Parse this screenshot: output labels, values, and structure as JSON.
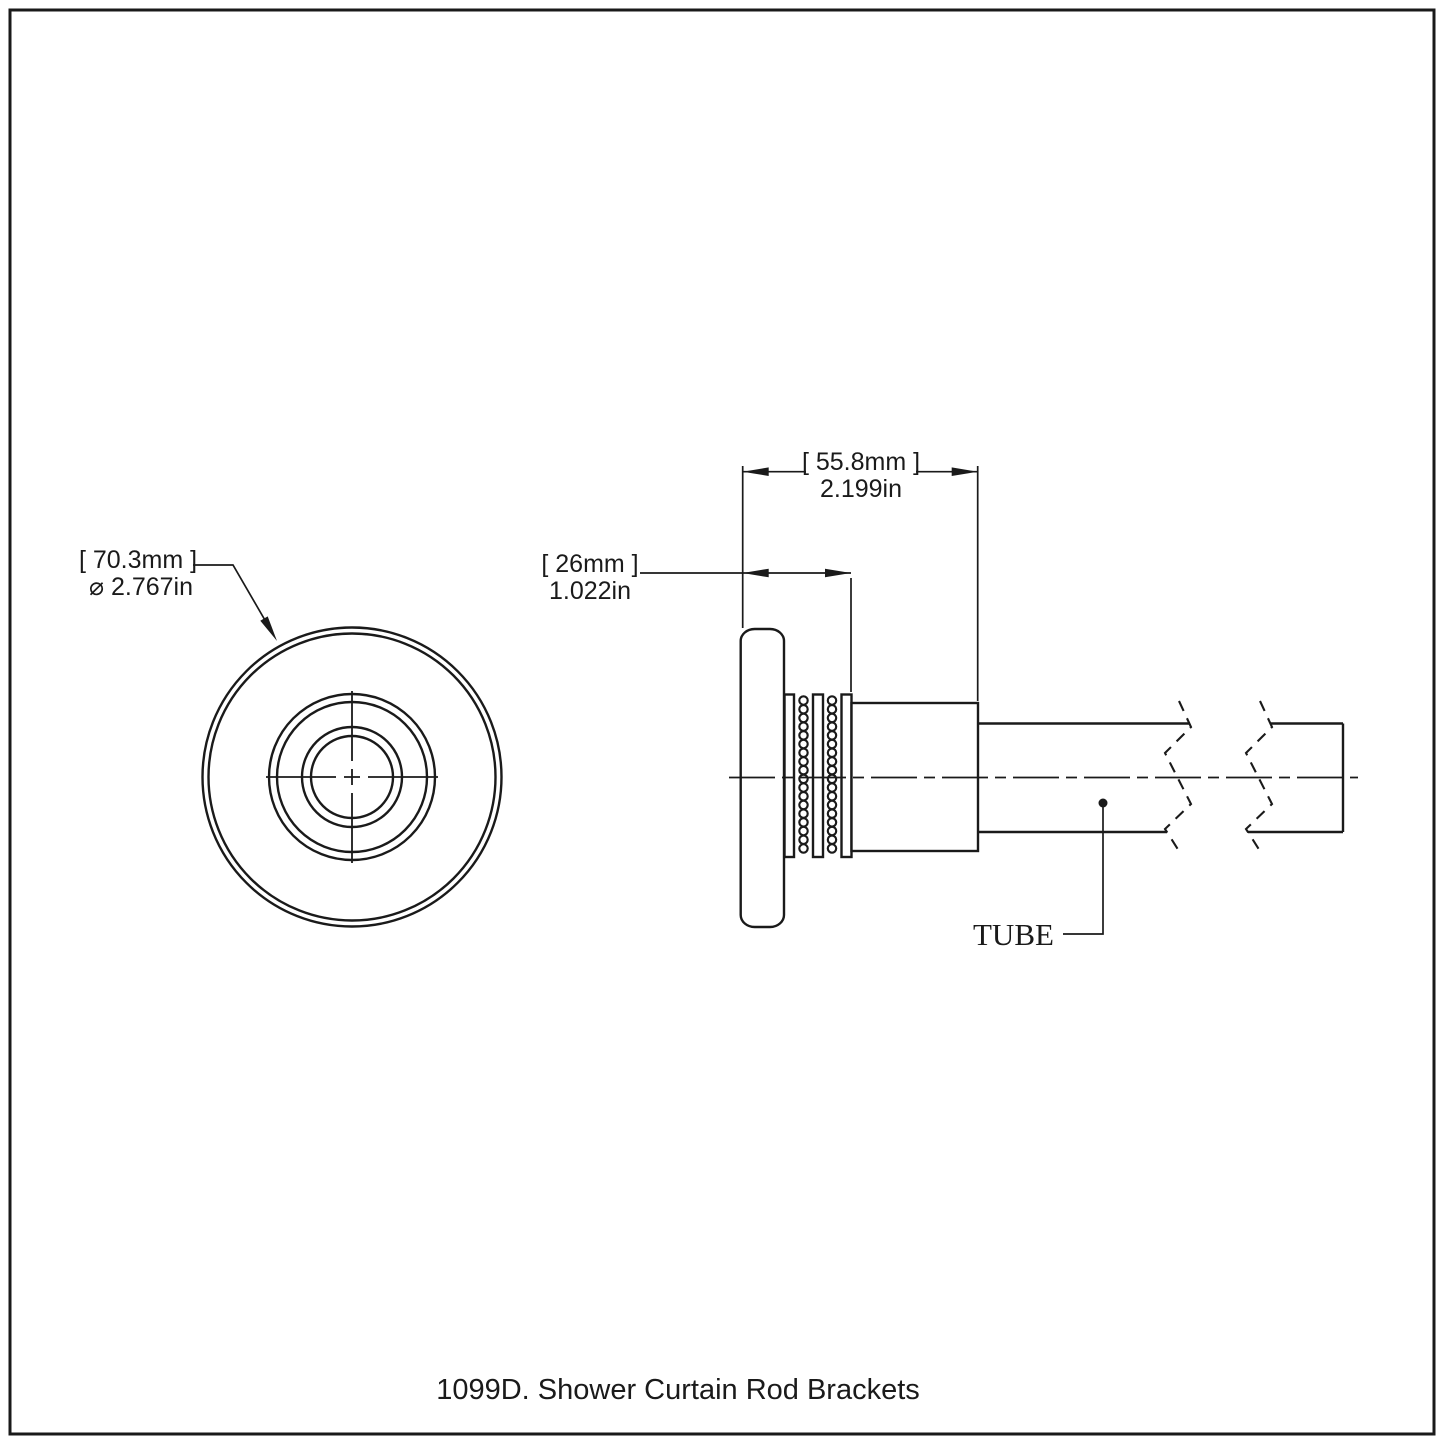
{
  "drawing": {
    "caption": "1099D. Shower Curtain Rod Brackets",
    "ink_color": "#1a1a1a",
    "paper_color": "#ffffff",
    "front_view": {
      "diameter_dimension": {
        "metric": "[ 70.3mm ]",
        "imperial": "⌀ 2.767in"
      }
    },
    "side_view": {
      "overall_depth_dimension": {
        "metric": "[ 55.8mm ]",
        "imperial": "2.199in"
      },
      "flange_depth_dimension": {
        "metric": "[ 26mm ]",
        "imperial": "1.022in"
      },
      "tube_callout": "TUBE"
    }
  }
}
